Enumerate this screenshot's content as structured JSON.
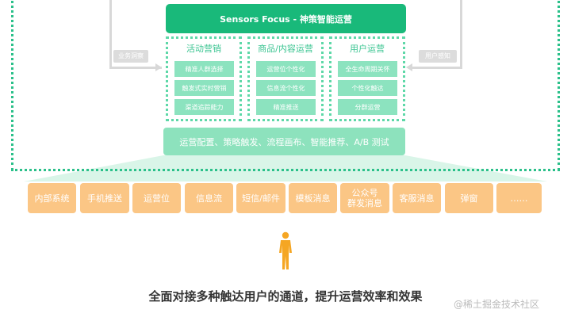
{
  "header": {
    "title": "Sensors Focus - 神策智能运营"
  },
  "feedback": {
    "left_label": "业务洞察",
    "right_label": "用户感知"
  },
  "columns": [
    {
      "title": "活动营销",
      "items": [
        "精准人群选择",
        "触发式实时营销",
        "渠道追踪能力"
      ]
    },
    {
      "title": "商品/内容运营",
      "items": [
        "运营位个性化",
        "信息流个性化",
        "精准推送"
      ]
    },
    {
      "title": "用户运营",
      "items": [
        "全生命周期关怀",
        "个性化触达",
        "分群运营"
      ]
    }
  ],
  "platform": {
    "label": "运营配置、策略触发、流程画布、智能推荐、A/B 测试"
  },
  "channels": [
    {
      "label": "内部系统"
    },
    {
      "label": "手机推送"
    },
    {
      "label": "运营位"
    },
    {
      "label": "信息流"
    },
    {
      "label": "短信/邮件"
    },
    {
      "label": "模板消息"
    },
    {
      "label": "公众号\n群发消息"
    },
    {
      "label": "客服消息"
    },
    {
      "label": "弹窗"
    },
    {
      "label": "……"
    }
  ],
  "caption": "全面对接多种触达用户的通道，提升运营效率和效果",
  "watermark": "@稀土掘金技术社区",
  "colors": {
    "primary_green": "#19b97a",
    "light_green": "#8de2bd",
    "dotted_green": "#2bc08a",
    "channel_orange": "#fbc685",
    "person_orange": "#f5a623",
    "gray": "#dcdcdc"
  },
  "icons": {
    "person": "person-icon"
  }
}
